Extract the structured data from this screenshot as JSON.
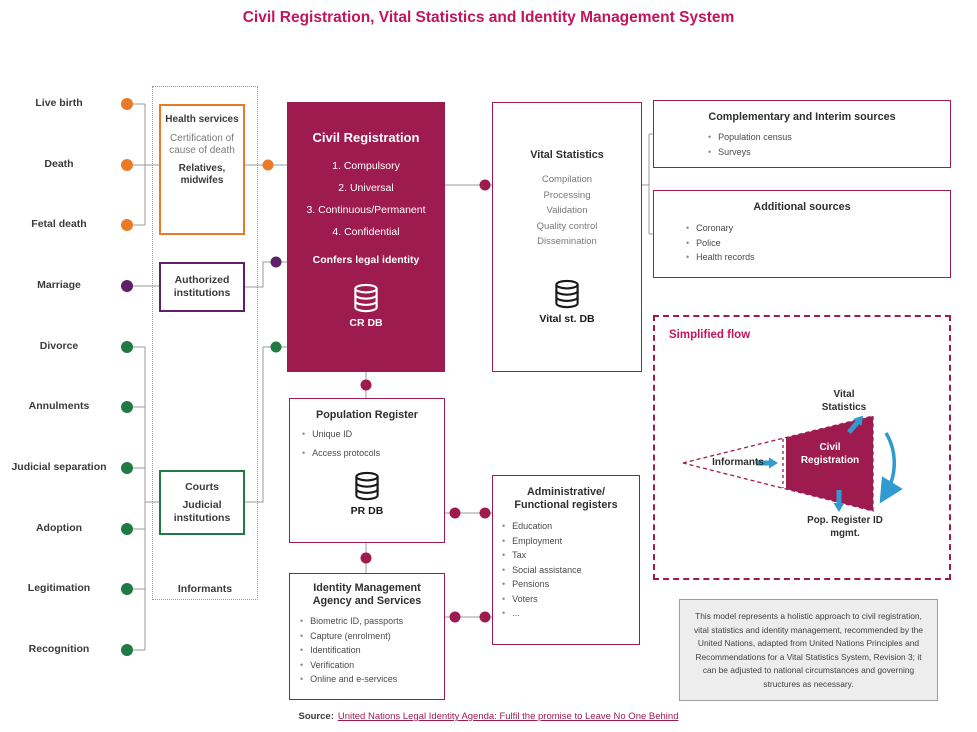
{
  "title": "Civil Registration, Vital Statistics and Identity Management System",
  "events": [
    {
      "label": "Live birth",
      "color": "#e87a28"
    },
    {
      "label": "Death",
      "color": "#e87a28"
    },
    {
      "label": "Fetal death",
      "color": "#e87a28"
    },
    {
      "label": "Marriage",
      "color": "#5e2168"
    },
    {
      "label": "Divorce",
      "color": "#1f7a44"
    },
    {
      "label": "Annulments",
      "color": "#1f7a44"
    },
    {
      "label": "Judicial separation",
      "color": "#1f7a44"
    },
    {
      "label": "Adoption",
      "color": "#1f7a44"
    },
    {
      "label": "Legitimation",
      "color": "#1f7a44"
    },
    {
      "label": "Recognition",
      "color": "#1f7a44"
    }
  ],
  "informants_group": {
    "health": {
      "title": "Health services",
      "body": "Certification of cause of death",
      "footer": "Relatives, midwifes"
    },
    "authorized": {
      "title": "Authorized institutions"
    },
    "courts": {
      "title": "Courts",
      "subtitle": "Judicial institutions"
    },
    "label": "Informants"
  },
  "civil_registration": {
    "title": "Civil Registration",
    "items": [
      "1. Compulsory",
      "2. Universal",
      "3. Continuous/Permanent",
      "4. Confidential"
    ],
    "note": "Confers legal identity",
    "db_label": "CR DB"
  },
  "population_register": {
    "title": "Population Register",
    "items": [
      "Unique ID",
      "Access protocols"
    ],
    "db_label": "PR DB"
  },
  "identity_management": {
    "title": "Identity Management Agency and Services",
    "items": [
      "Biometric ID, passports",
      "Capture (enrolment)",
      "Identification",
      "Verification",
      "Online and e-services"
    ]
  },
  "vital_statistics": {
    "title": "Vital Statistics",
    "items": [
      "Compilation",
      "Processing",
      "Validation",
      "Quality control",
      "Dissemination"
    ],
    "db_label": "Vital st. DB"
  },
  "complementary_sources": {
    "title": "Complementary and Interim sources",
    "items": [
      "Population census",
      "Surveys"
    ]
  },
  "additional_sources": {
    "title": "Additional sources",
    "items": [
      "Coronary",
      "Police",
      "Health records"
    ]
  },
  "admin_registers": {
    "title": "Administrative/ Functional registers",
    "items": [
      "Education",
      "Employment",
      "Tax",
      "Social assistance",
      "Pensions",
      "Voters",
      "..."
    ]
  },
  "simplified_flow": {
    "title": "Simplified flow",
    "informants": "Informants",
    "civil_registration": "Civil Registration",
    "vital_statistics": "Vital Statistics",
    "pop_register": "Pop. Register ID mgmt."
  },
  "note_text": "This model represents a holistic approach to civil registration, vital statistics and identity management, recommended by the United Nations, adapted from United Nations Principles and Recommendations for a Vital Statistics System, Revision 3; it can be adjusted to national circumstances and governing structures as necessary.",
  "source": {
    "prefix": "Source:",
    "link_text": "United Nations Legal Identity Agenda: Fulfil the promise to Leave No One Behind"
  },
  "colors": {
    "accent": "#c3145e",
    "box_fill": "#9e1b4f",
    "orange": "#e87a28",
    "purple": "#5e2168",
    "green": "#1f7a44",
    "blue_arrow": "#2f9bd0",
    "line_gray": "#9b9b9b"
  }
}
